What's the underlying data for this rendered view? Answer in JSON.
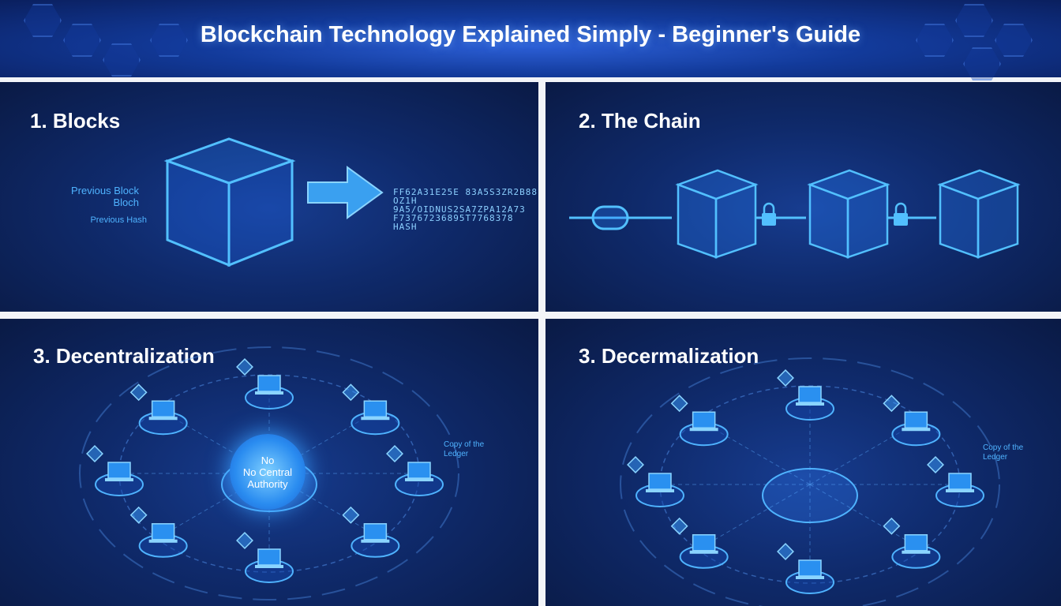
{
  "header": {
    "title": "Blockchain Technology Explained Simply - Beginner's Guide"
  },
  "panels": {
    "blocks": {
      "title": "1. Blocks",
      "label_previous_block": "Previous Block",
      "label_bloch": "Bloch",
      "label_previous_hash": "Previous Hash",
      "hash_lines": [
        "FF62A31E25E 83A5S3ZR2B88",
        "OZ1H 9A5/OIDNUS2SA7ZPA12A73",
        "F73767236895T7768378",
        "HASH"
      ]
    },
    "chain": {
      "title": "2. The Chain"
    },
    "decentralization": {
      "title": "3. Decentralization",
      "center_line1": "No",
      "center_line2": "No Central",
      "center_line3": "Authority",
      "copy_label": "Copy of the Ledger"
    },
    "decentralization2": {
      "title": "3. Decermalization",
      "copy_label": "Copy of the Ledger"
    }
  },
  "colors": {
    "accent": "#3aa8ff",
    "panel_bg": "#0f2a6b",
    "divider": "#f2f4f8"
  }
}
